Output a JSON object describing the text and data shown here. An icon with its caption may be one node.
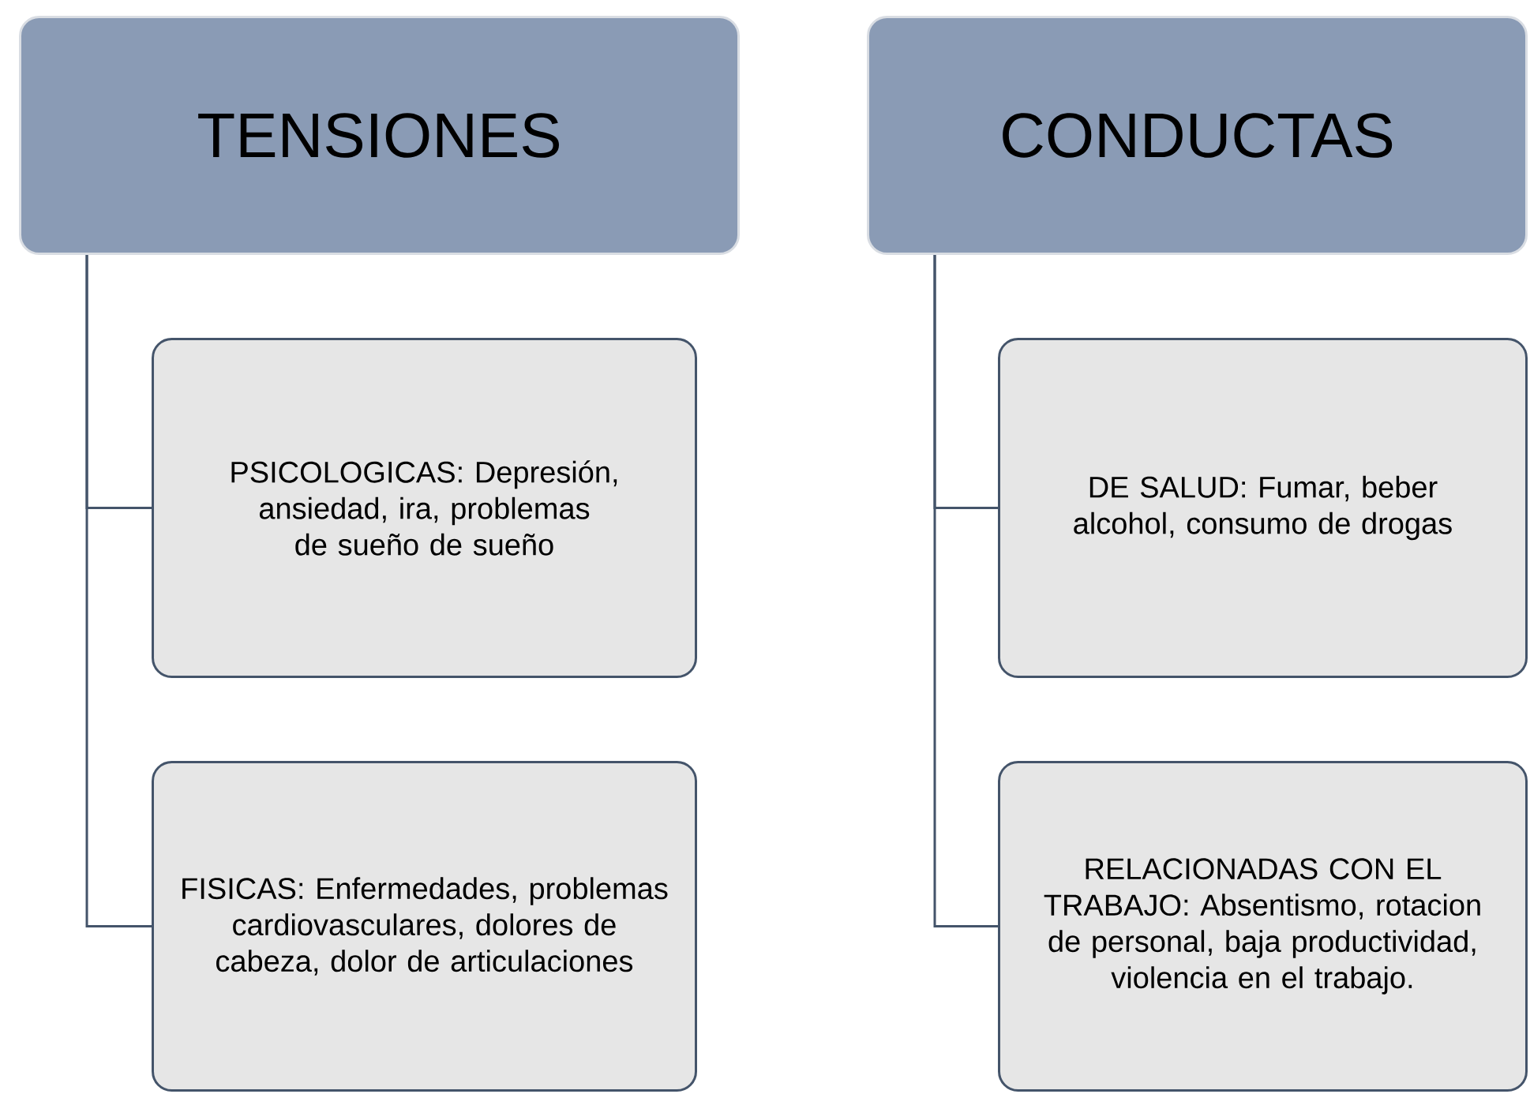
{
  "diagram": {
    "nodes": [
      {
        "text": [
          "TENSIONES"
        ]
      },
      {
        "text": [
          "CONDUCTAS"
        ]
      },
      {
        "text": [
          "PSICOLOGICAS: Depresión, ansiedad, ira, problemas de sueño de sueño"
        ]
      },
      {
        "text": [
          "FISICAS: Enfermedades, problemas cardiovasculares, dolores de cabeza, dolor de articulaciones"
        ]
      },
      {
        "text": [
          "DE SALUD: Fumar, beber alcohol, consumo de drogas"
        ]
      },
      {
        "text": [
          "RELACIONADAS CON EL TRABAJO: Absentismo, rotacion de personal, baja productividad, violencia en el trabajo."
        ]
      }
    ],
    "edges": [
      {
        "from": 0,
        "to": 2,
        "arrow": "none"
      },
      {
        "from": 0,
        "to": 3,
        "arrow": "none"
      },
      {
        "from": 1,
        "to": 4,
        "arrow": "none"
      },
      {
        "from": 1,
        "to": 5,
        "arrow": "none"
      }
    ]
  }
}
